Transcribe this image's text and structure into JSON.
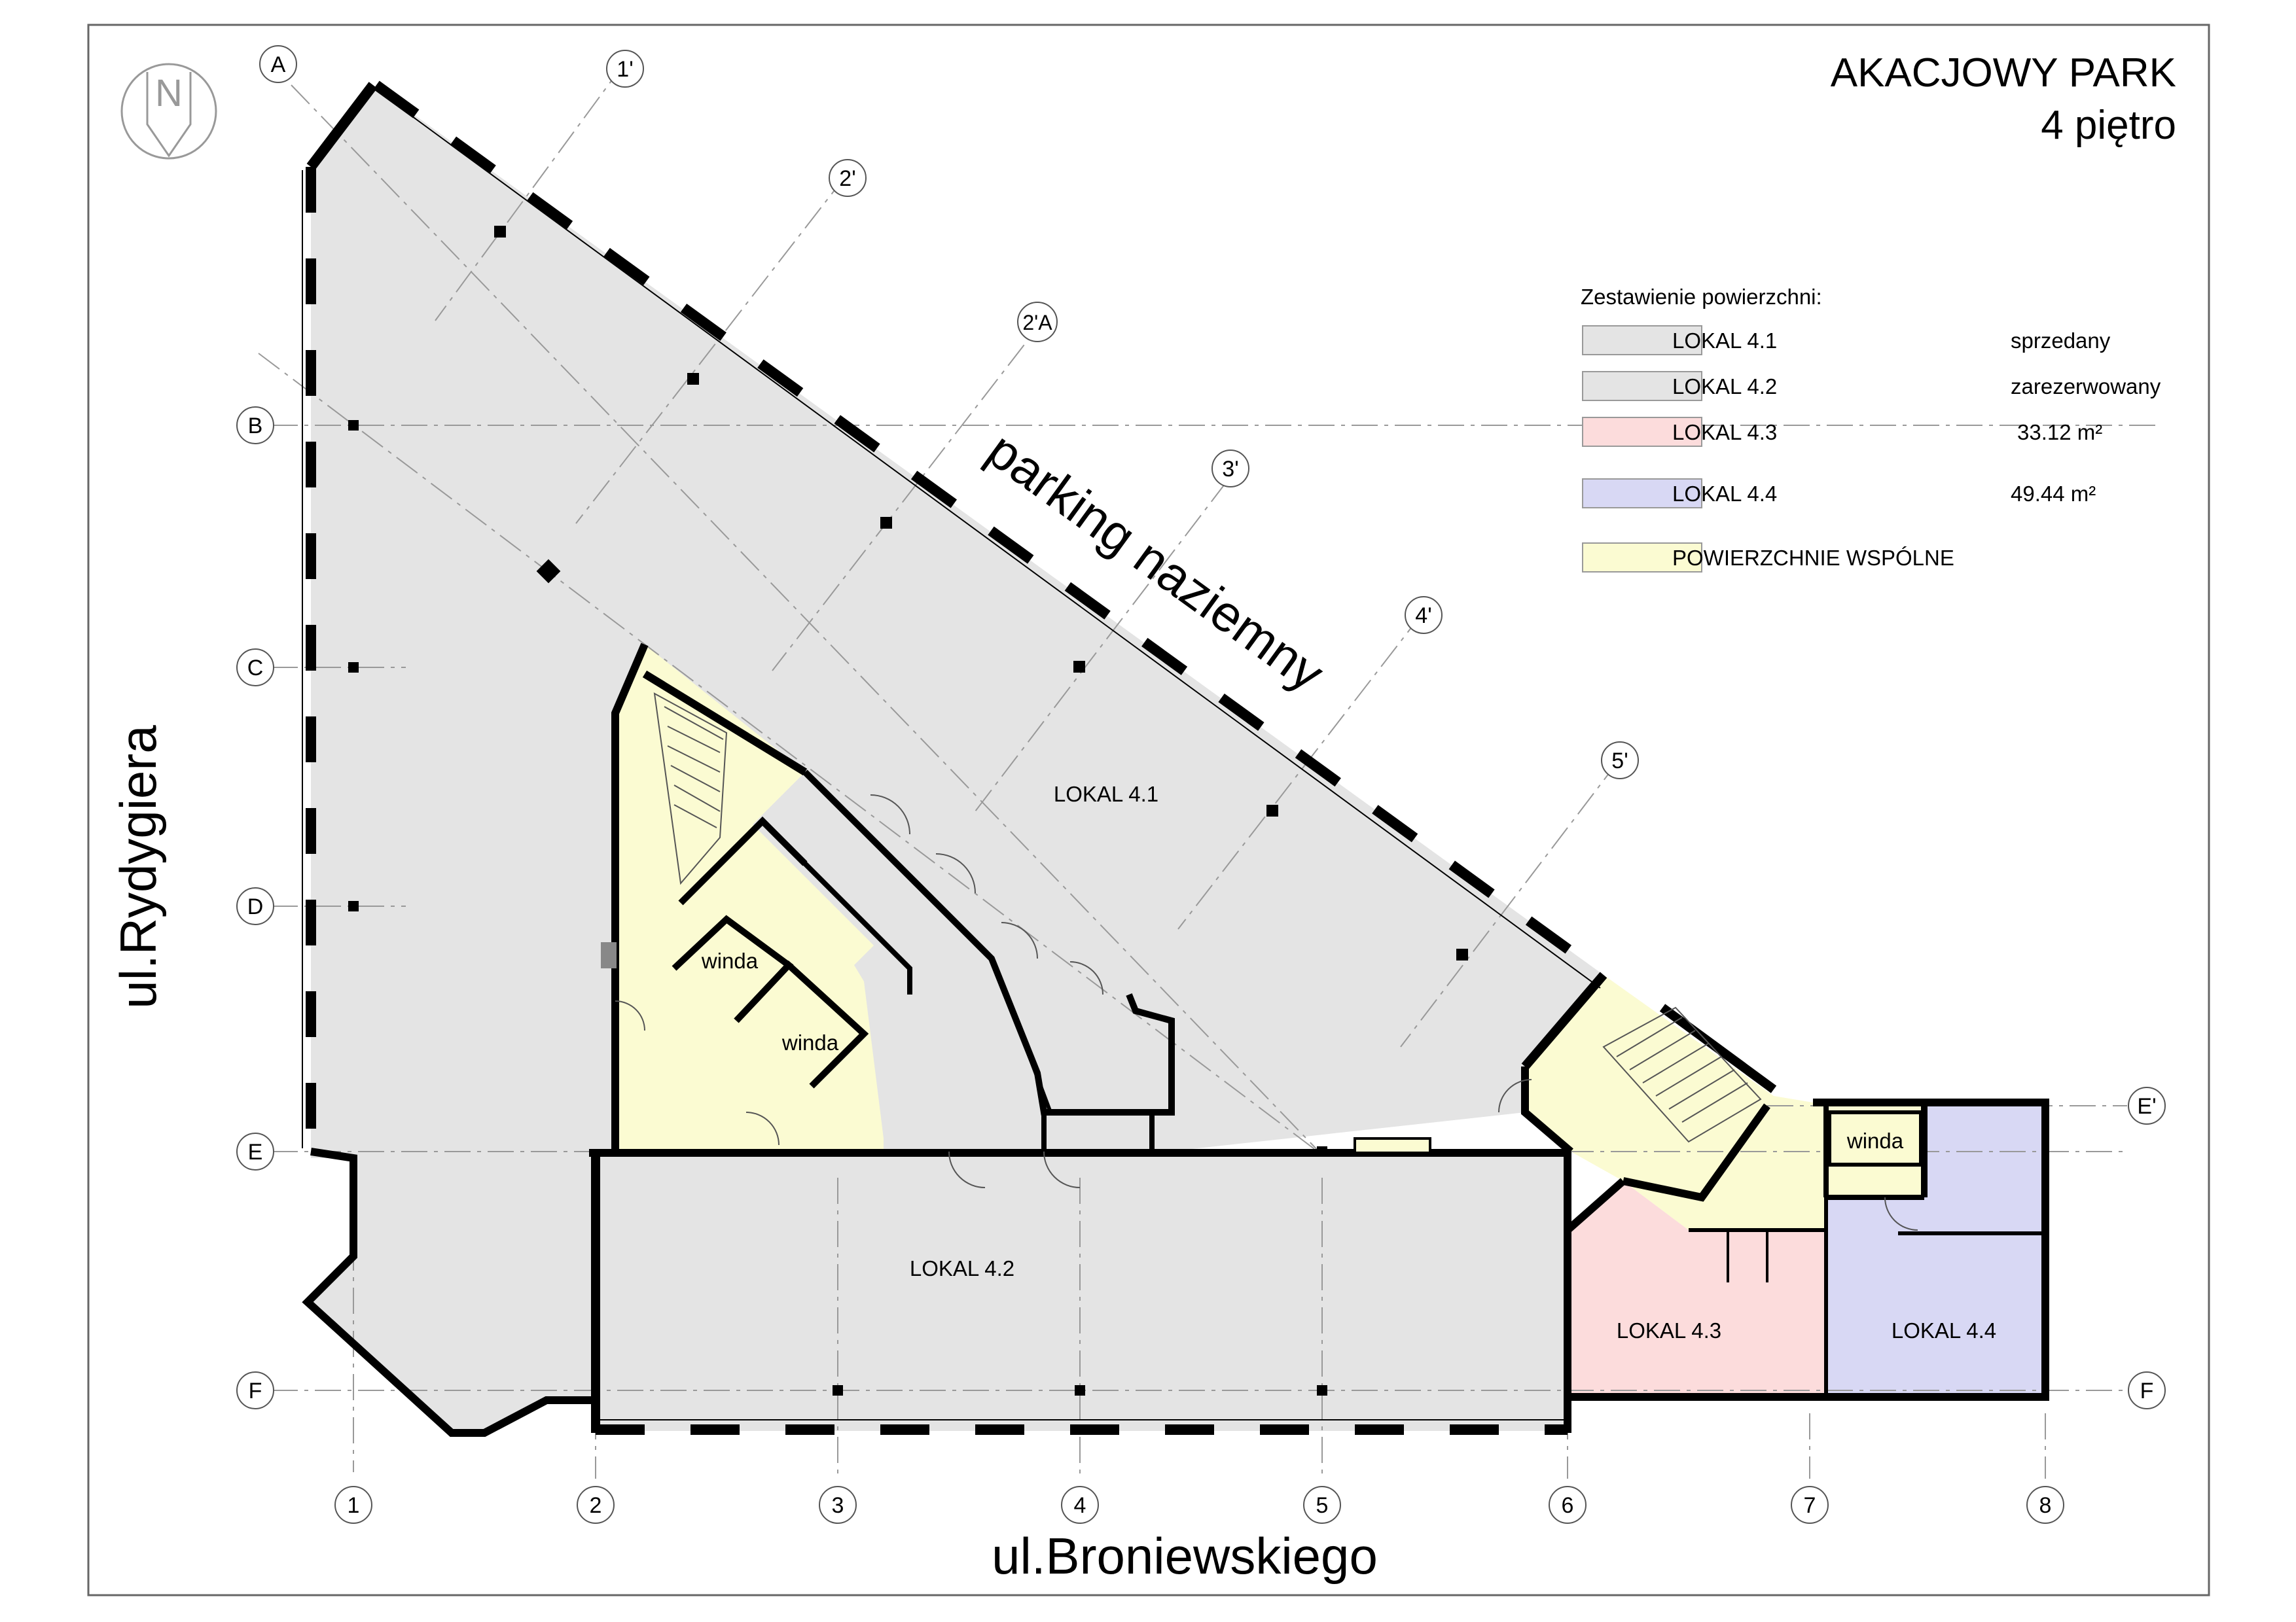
{
  "title": "AKACJOWY PARK",
  "subtitle": "4 piętro",
  "north_label": "N",
  "streets": {
    "west": "ul.Rydygiera",
    "south": "ul.Broniewskiego",
    "northeast": "parking naziemny"
  },
  "legend": {
    "heading": "Zestawienie powierzchni:",
    "items": [
      {
        "label": "LOKAL 4.1",
        "value": "sprzedany",
        "color": "#e4e4e4"
      },
      {
        "label": "LOKAL 4.2",
        "value": "zarezerwowany",
        "color": "#e4e4e4"
      },
      {
        "label": "LOKAL 4.3",
        "value": "33.12 m²",
        "color": "#fcdcdc"
      },
      {
        "label": "LOKAL 4.4",
        "value": "49.44 m²",
        "color": "#d8d8f4"
      },
      {
        "label": "POWIERZCHNIE WSPÓLNE",
        "value": "",
        "color": "#fbfbd2"
      }
    ]
  },
  "units": {
    "l41": "LOKAL 4.1",
    "l42": "LOKAL 4.2",
    "l43": "LOKAL 4.3",
    "l44": "LOKAL 4.4"
  },
  "rooms": {
    "winda_1": "winda",
    "winda_2": "winda",
    "winda_3": "winda"
  },
  "grid": {
    "rows": [
      "B",
      "C",
      "D",
      "E",
      "F"
    ],
    "row_top": "A",
    "row_right_e": "E'",
    "row_right_f": "F",
    "columns": [
      "1",
      "2",
      "3",
      "4",
      "5",
      "6",
      "7",
      "8"
    ],
    "diagonal": [
      "1'",
      "2'",
      "2'A",
      "3'",
      "4'",
      "5'"
    ]
  }
}
